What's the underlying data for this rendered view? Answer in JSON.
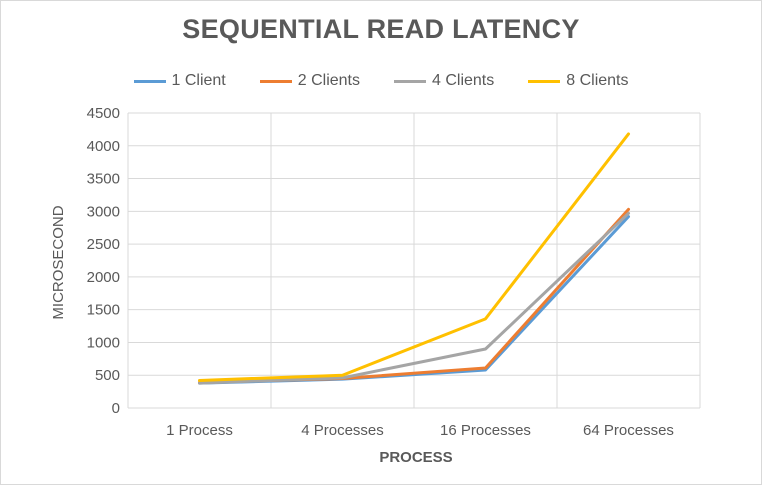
{
  "chart_data": {
    "type": "line",
    "title": "SEQUENTIAL READ LATENCY",
    "xlabel": "PROCESS",
    "ylabel": "MICROSECOND",
    "categories": [
      "1 Process",
      "4 Processes",
      "16 Processes",
      "64 Processes"
    ],
    "ylim": [
      0,
      4500
    ],
    "yticks": [
      0,
      500,
      1000,
      1500,
      2000,
      2500,
      3000,
      3500,
      4000,
      4500
    ],
    "grid": true,
    "legend_position": "top",
    "series": [
      {
        "name": "1 Client",
        "color": "#5b9bd5",
        "values": [
          380,
          440,
          580,
          2920
        ]
      },
      {
        "name": "2 Clients",
        "color": "#ed7d31",
        "values": [
          390,
          450,
          610,
          3030
        ]
      },
      {
        "name": "4 Clients",
        "color": "#a5a5a5",
        "values": [
          380,
          460,
          900,
          2970
        ]
      },
      {
        "name": "8 Clients",
        "color": "#ffc000",
        "values": [
          420,
          500,
          1360,
          4180
        ]
      }
    ]
  }
}
